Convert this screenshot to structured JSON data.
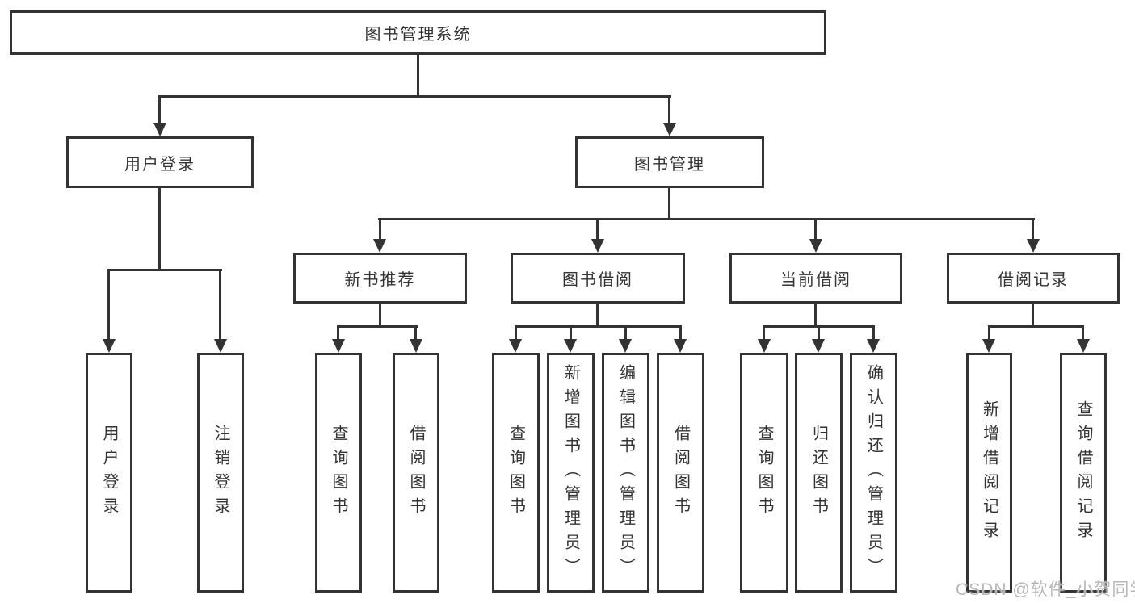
{
  "watermark": "CSDN @软件_小贺同学",
  "colors": {
    "line": "#333333",
    "text": "#333333",
    "background": "#ffffff",
    "watermark": "#b8b8b8"
  },
  "tree": {
    "root": {
      "label": "图书管理系统"
    },
    "branches": [
      {
        "label": "用户登录",
        "children": [
          {
            "label": "用户登录"
          },
          {
            "label": "注销登录"
          }
        ]
      },
      {
        "label": "图书管理",
        "children": [
          {
            "label": "新书推荐",
            "children": [
              {
                "label": "查询图书"
              },
              {
                "label": "借阅图书"
              }
            ]
          },
          {
            "label": "图书借阅",
            "children": [
              {
                "label": "查询图书"
              },
              {
                "label": "新增图书（管理员）"
              },
              {
                "label": "编辑图书（管理员）"
              },
              {
                "label": "借阅图书"
              }
            ]
          },
          {
            "label": "当前借阅",
            "children": [
              {
                "label": "查询图书"
              },
              {
                "label": "归还图书"
              },
              {
                "label": "确认归还（管理员）"
              }
            ]
          },
          {
            "label": "借阅记录",
            "children": [
              {
                "label": "新增借阅记录"
              },
              {
                "label": "查询借阅记录"
              }
            ]
          }
        ]
      }
    ]
  }
}
